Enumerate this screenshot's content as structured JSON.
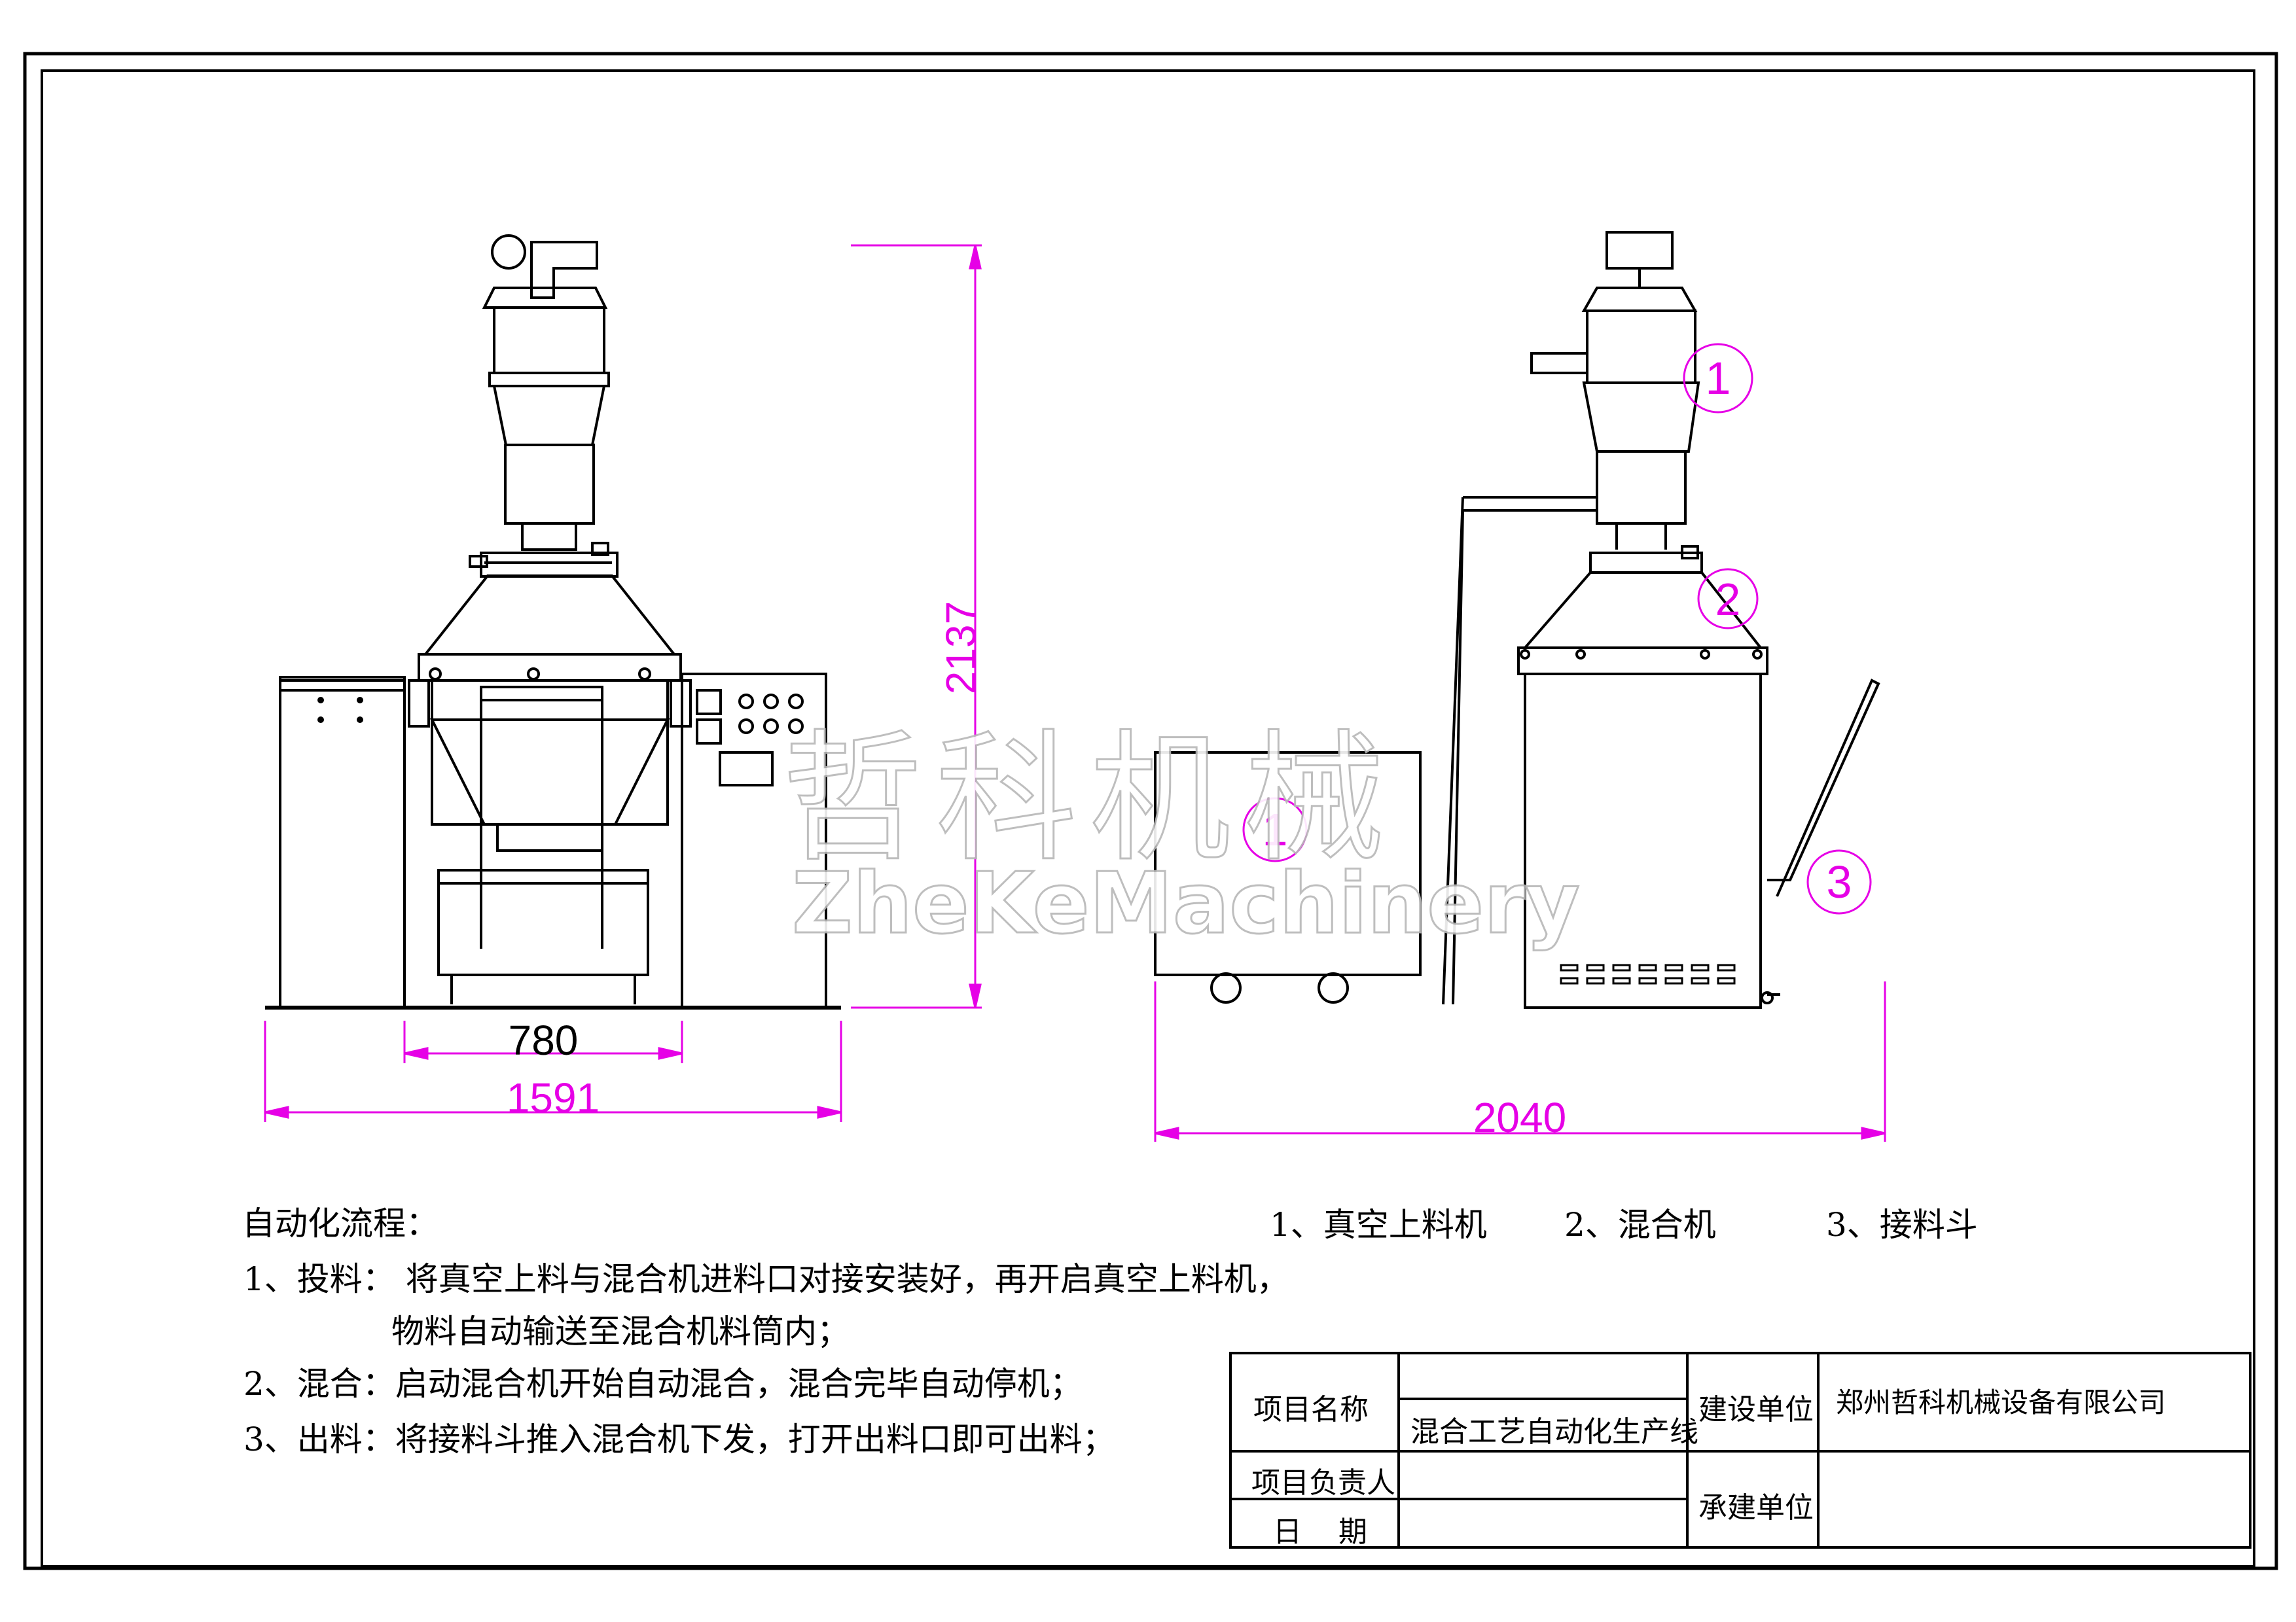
{
  "colors": {
    "line": "#000000",
    "dimension": "#e600e6",
    "watermark": "#b8b8b8",
    "background": "#ffffff"
  },
  "dimensions": {
    "height": "2137",
    "hopper_width": "780",
    "mixer_width": "1591",
    "total_length": "2040"
  },
  "balloons": {
    "b1": "1",
    "b2": "2",
    "b3": "3",
    "b1_cart": "1"
  },
  "watermark": {
    "cn": "哲科机械",
    "en": "ZheKeMachinery"
  },
  "legend": {
    "item1": "1、真空上料机",
    "item2": "2、混合机",
    "item3": "3、接料斗"
  },
  "process": {
    "title": "自动化流程：",
    "step1_a": "1、投料：  将真空上料与混合机进料口对接安装好，再开启真空上料机，",
    "step1_b": "物料自动输送至混合机料筒内；",
    "step2": "2、混合：启动混合机开始自动混合，混合完毕自动停机；",
    "step3": "3、出料：将接料斗推入混合机下发，打开出料口即可出料；"
  },
  "title_block": {
    "project_name_label": "项目名称",
    "project_name_value": "混合工艺自动化生产线",
    "build_unit_label": "建设单位",
    "build_unit_value": "郑州哲科机械设备有限公司",
    "manager_label": "项目负责人",
    "date_label": "日    期",
    "contractor_label": "承建单位"
  }
}
